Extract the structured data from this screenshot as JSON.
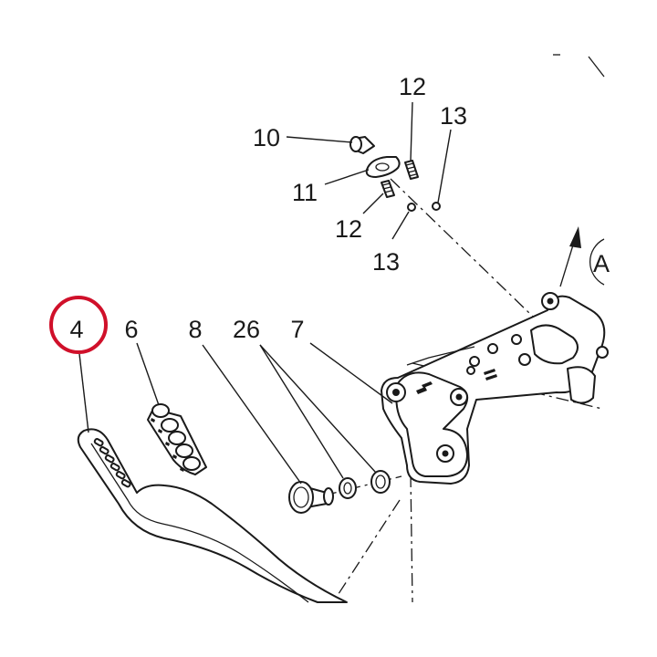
{
  "callouts": {
    "c4": "4",
    "c6": "6",
    "c7": "7",
    "c8": "8",
    "c26": "26",
    "c10": "10",
    "c11": "11",
    "c12_top": "12",
    "c12_bottom": "12",
    "c13_top": "13",
    "c13_bottom": "13",
    "cA": "A"
  },
  "colors": {
    "line": "#1a1a1a",
    "highlight_ring": "#d0102a",
    "background": "#ffffff"
  },
  "highlighted_part": "4"
}
